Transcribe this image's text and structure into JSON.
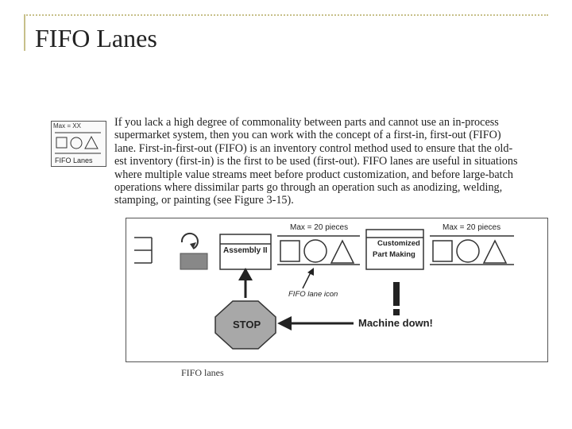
{
  "slide": {
    "title": "FIFO Lanes"
  },
  "legend": {
    "max_label": "Max = XX",
    "label": "FIFO Lanes"
  },
  "paragraph": {
    "lines": [
      "If you lack a high degree of commonality between parts and cannot use an in-process",
      "supermarket system, then you can work with the concept of a first-in, first-out (FIFO)",
      "lane. First-in-first-out (FIFO) is an inventory control method used to ensure that the old-",
      "est inventory (first-in) is the first to be used (first-out). FIFO lanes are useful in situations",
      "where multiple value streams meet before product customization, and before large-batch",
      "operations where dissimilar parts go through an operation such as anodizing, welding,",
      "stamping, or painting (see Figure 3-15)."
    ]
  },
  "diagram": {
    "assembly_label": "Assembly II",
    "max_left": "Max = 20 pieces",
    "max_right": "Max = 20 pieces",
    "customized_line1": "Customized",
    "customized_line2": "Part Making",
    "fifo_icon_label": "FIFO lane icon",
    "stop_label": "STOP",
    "machine_down_label": "Machine down!",
    "exclamation": "!"
  },
  "caption": "FIFO lanes"
}
